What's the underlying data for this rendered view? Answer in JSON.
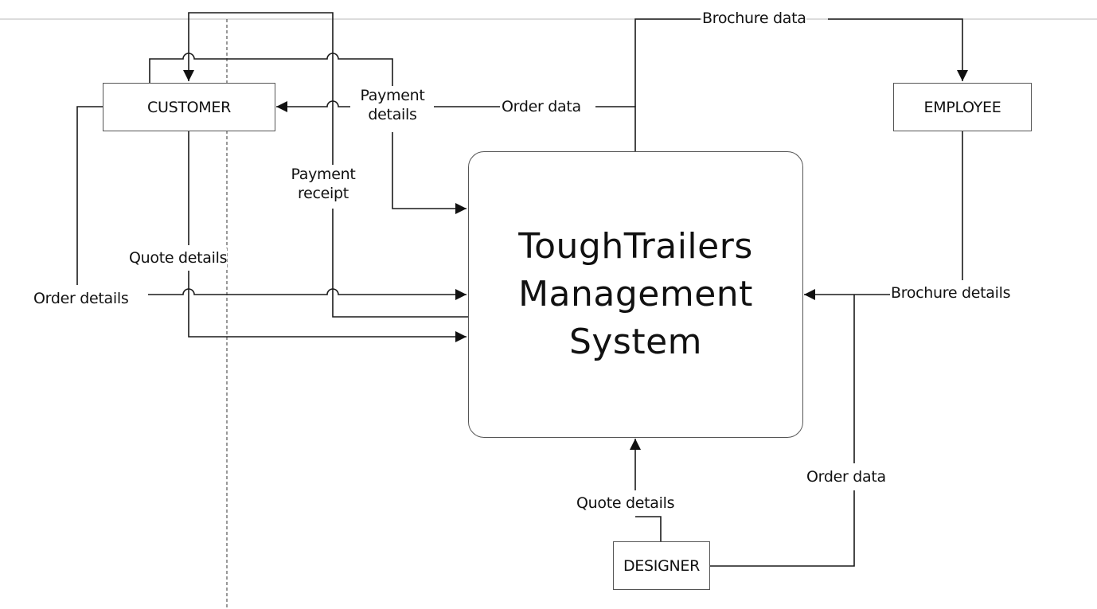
{
  "diagram": {
    "type": "context-level data flow diagram",
    "process": {
      "lines": [
        "ToughTrailers",
        "Management",
        "System"
      ]
    },
    "entities": {
      "customer": "CUSTOMER",
      "employee": "EMPLOYEE",
      "designer": "DESIGNER"
    },
    "flows": {
      "brochure_data": "Brochure data",
      "order_data_top": "Order data",
      "payment_details": [
        "Payment",
        "details"
      ],
      "payment_receipt": [
        "Payment",
        "receipt"
      ],
      "quote_details_customer": "Quote details",
      "order_details": "Order details",
      "brochure_details": "Brochure details",
      "order_data_designer": "Order data",
      "quote_details_designer": "Quote details"
    },
    "colors": {
      "line": "#1a1a1a",
      "border": "#555555",
      "guide": "#d9d9d9"
    }
  }
}
